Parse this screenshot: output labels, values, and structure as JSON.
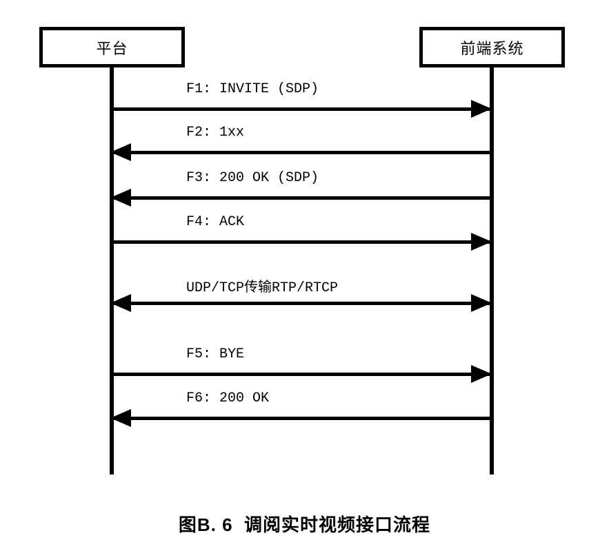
{
  "diagram": {
    "type": "sequence-diagram",
    "colors": {
      "line": "#000000",
      "background": "#ffffff",
      "text": "#000000"
    },
    "actors": [
      {
        "label": "平台"
      },
      {
        "label": "前端系统"
      }
    ],
    "messages": [
      {
        "id": "F1",
        "label": "F1: INVITE (SDP)",
        "from": "平台",
        "to": "前端系统",
        "direction": "right"
      },
      {
        "id": "F2",
        "label": "F2: 1xx",
        "from": "前端系统",
        "to": "平台",
        "direction": "left"
      },
      {
        "id": "F3",
        "label": "F3: 200 OK (SDP)",
        "from": "前端系统",
        "to": "平台",
        "direction": "left"
      },
      {
        "id": "F4",
        "label": "F4: ACK",
        "from": "平台",
        "to": "前端系统",
        "direction": "right"
      },
      {
        "id": "media",
        "label": "UDP/TCP传输RTP/RTCP",
        "from": "平台",
        "to": "前端系统",
        "direction": "both"
      },
      {
        "id": "F5",
        "label": "F5: BYE",
        "from": "平台",
        "to": "前端系统",
        "direction": "right"
      },
      {
        "id": "F6",
        "label": "F6: 200 OK",
        "from": "前端系统",
        "to": "平台",
        "direction": "left"
      }
    ],
    "caption": "图B. 6  调阅实时视频接口流程"
  }
}
